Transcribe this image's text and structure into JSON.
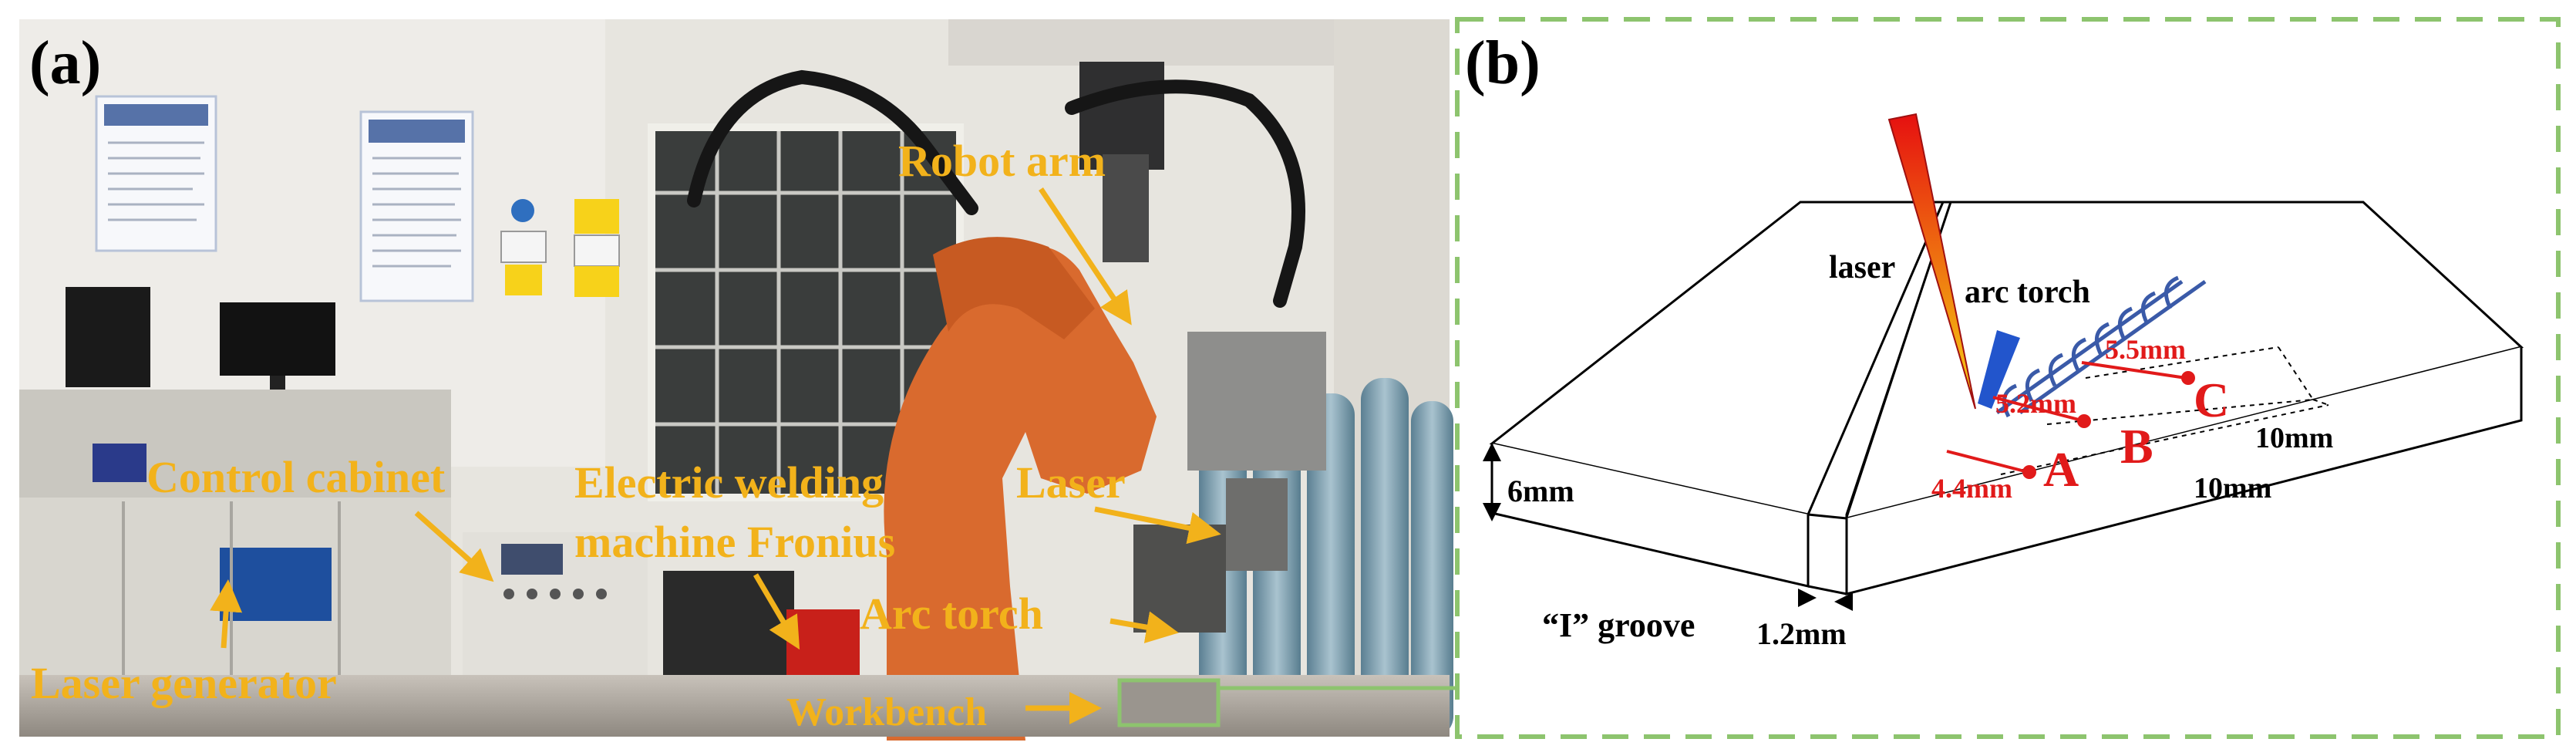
{
  "panel_a": {
    "label": "(a)",
    "callouts": {
      "robot_arm": "Robot arm",
      "control_cabinet": "Control cabinet",
      "electric_welding_line1": "Electric welding",
      "electric_welding_line2": "machine Fronius",
      "laser": "Laser",
      "arc_torch": "Arc torch",
      "laser_generator": "Laser generator",
      "workbench": "Workbench"
    },
    "colors": {
      "callout": "#f2b21b",
      "zoom_box": "#8dc46e"
    }
  },
  "panel_b": {
    "label": "(b)",
    "labels": {
      "laser": "laser",
      "arc_torch": "arc torch",
      "thickness": "6mm",
      "groove": "“I” groove",
      "gap": "1.2mm",
      "dist_a": "4.4mm",
      "dist_b": "5.2mm",
      "dist_c": "5.5mm",
      "spacing_1": "10mm",
      "spacing_2": "10mm",
      "point_a": "A",
      "point_b": "B",
      "point_c": "C"
    },
    "colors": {
      "measure": "#e11a1a",
      "torch": "#2255cc",
      "weld_bead": "#3a5aa8",
      "dashed_border": "#8dc46e"
    }
  }
}
